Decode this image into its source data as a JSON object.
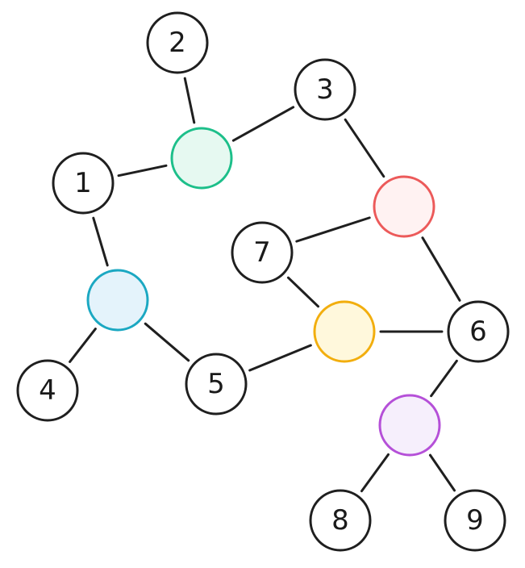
{
  "graph": {
    "nodes": [
      {
        "id": "n1",
        "label": "1",
        "fill": "#ffffff",
        "stroke": "#1f1f1f"
      },
      {
        "id": "n2",
        "label": "2",
        "fill": "#ffffff",
        "stroke": "#1f1f1f"
      },
      {
        "id": "n3",
        "label": "3",
        "fill": "#ffffff",
        "stroke": "#1f1f1f"
      },
      {
        "id": "n4",
        "label": "4",
        "fill": "#ffffff",
        "stroke": "#1f1f1f"
      },
      {
        "id": "n5",
        "label": "5",
        "fill": "#ffffff",
        "stroke": "#1f1f1f"
      },
      {
        "id": "n6",
        "label": "6",
        "fill": "#ffffff",
        "stroke": "#1f1f1f"
      },
      {
        "id": "n7",
        "label": "7",
        "fill": "#ffffff",
        "stroke": "#1f1f1f"
      },
      {
        "id": "n8",
        "label": "8",
        "fill": "#ffffff",
        "stroke": "#1f1f1f"
      },
      {
        "id": "n9",
        "label": "9",
        "fill": "#ffffff",
        "stroke": "#1f1f1f"
      },
      {
        "id": "green",
        "label": "",
        "fill": "#e6f9f1",
        "stroke": "#1dbf8a"
      },
      {
        "id": "blue",
        "label": "",
        "fill": "#e4f3fb",
        "stroke": "#1ba8c2"
      },
      {
        "id": "red",
        "label": "",
        "fill": "#fff2f2",
        "stroke": "#ec5a5a"
      },
      {
        "id": "yellow",
        "label": "",
        "fill": "#fff8dc",
        "stroke": "#f2ae0e"
      },
      {
        "id": "purple",
        "label": "",
        "fill": "#f6effc",
        "stroke": "#b550d8"
      }
    ],
    "edges": [
      [
        "n2",
        "green"
      ],
      [
        "n1",
        "green"
      ],
      [
        "green",
        "n3"
      ],
      [
        "n3",
        "red"
      ],
      [
        "n1",
        "blue"
      ],
      [
        "blue",
        "n4"
      ],
      [
        "blue",
        "n5"
      ],
      [
        "n5",
        "yellow"
      ],
      [
        "n7",
        "red"
      ],
      [
        "n7",
        "yellow"
      ],
      [
        "yellow",
        "n6"
      ],
      [
        "red",
        "n6"
      ],
      [
        "n6",
        "purple"
      ],
      [
        "purple",
        "n8"
      ],
      [
        "purple",
        "n9"
      ]
    ]
  }
}
